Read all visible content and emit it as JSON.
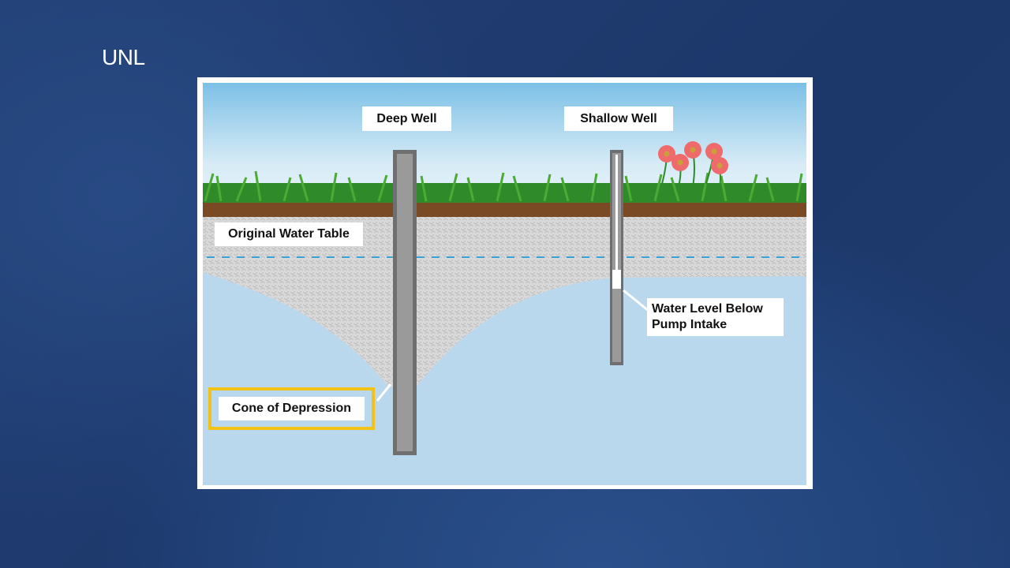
{
  "slide": {
    "logo_text": "UNL"
  },
  "diagram": {
    "labels": {
      "deep_well": "Deep Well",
      "shallow_well": "Shallow Well",
      "original_water_table": "Original Water Table",
      "water_level_line1": "Water Level Below",
      "water_level_line2": "Pump Intake",
      "cone_of_depression": "Cone of Depression"
    },
    "colors": {
      "highlight": "#f2c316",
      "water": "#b9d8ee",
      "water_table_line": "#3aa3d6",
      "soil": "#7a4a24",
      "grass": "#3e9a2e"
    }
  }
}
